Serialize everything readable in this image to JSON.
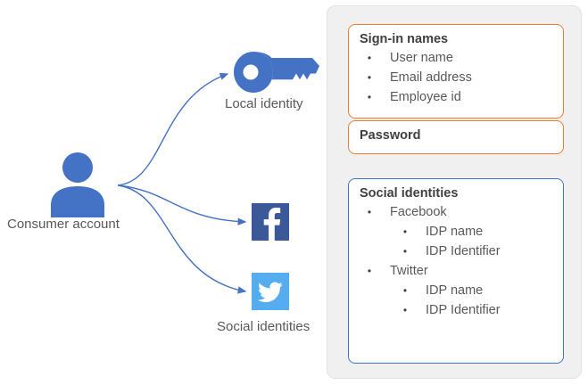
{
  "diagram": {
    "nodes": {
      "consumer_account": {
        "label": "Consumer account",
        "icon": "person-icon",
        "color": "#4472C4"
      },
      "local_identity": {
        "label": "Local identity",
        "icon": "key-icon",
        "color": "#4472C4"
      },
      "facebook": {
        "label": "",
        "icon": "facebook-icon",
        "color": "#3B5998"
      },
      "twitter": {
        "label": "",
        "icon": "twitter-icon",
        "color": "#55ACEE"
      },
      "social_identities": {
        "label": "Social identities",
        "icon": "",
        "color": "#4472C4"
      }
    },
    "connector_color": "#4472C4",
    "connectors": [
      {
        "from": "consumer_account",
        "to": "local_identity"
      },
      {
        "from": "consumer_account",
        "to": "facebook"
      },
      {
        "from": "consumer_account",
        "to": "twitter"
      }
    ]
  },
  "panel": {
    "background": "#f0f0f0",
    "boxes": [
      {
        "id": "signin",
        "title": "Sign-in names",
        "border_color": "#ED7D31",
        "items": [
          {
            "level": 1,
            "text": "User name"
          },
          {
            "level": 1,
            "text": "Email address"
          },
          {
            "level": 1,
            "text": "Employee id"
          }
        ]
      },
      {
        "id": "password",
        "title": "Password",
        "border_color": "#ED7D31",
        "items": []
      },
      {
        "id": "social",
        "title": "Social identities",
        "border_color": "#4472C4",
        "items": [
          {
            "level": 1,
            "text": "Facebook"
          },
          {
            "level": 2,
            "text": "IDP name"
          },
          {
            "level": 2,
            "text": "IDP Identifier"
          },
          {
            "level": 1,
            "text": "Twitter"
          },
          {
            "level": 2,
            "text": "IDP name"
          },
          {
            "level": 2,
            "text": "IDP Identifier"
          }
        ]
      }
    ],
    "bullet_glyph": "•"
  }
}
